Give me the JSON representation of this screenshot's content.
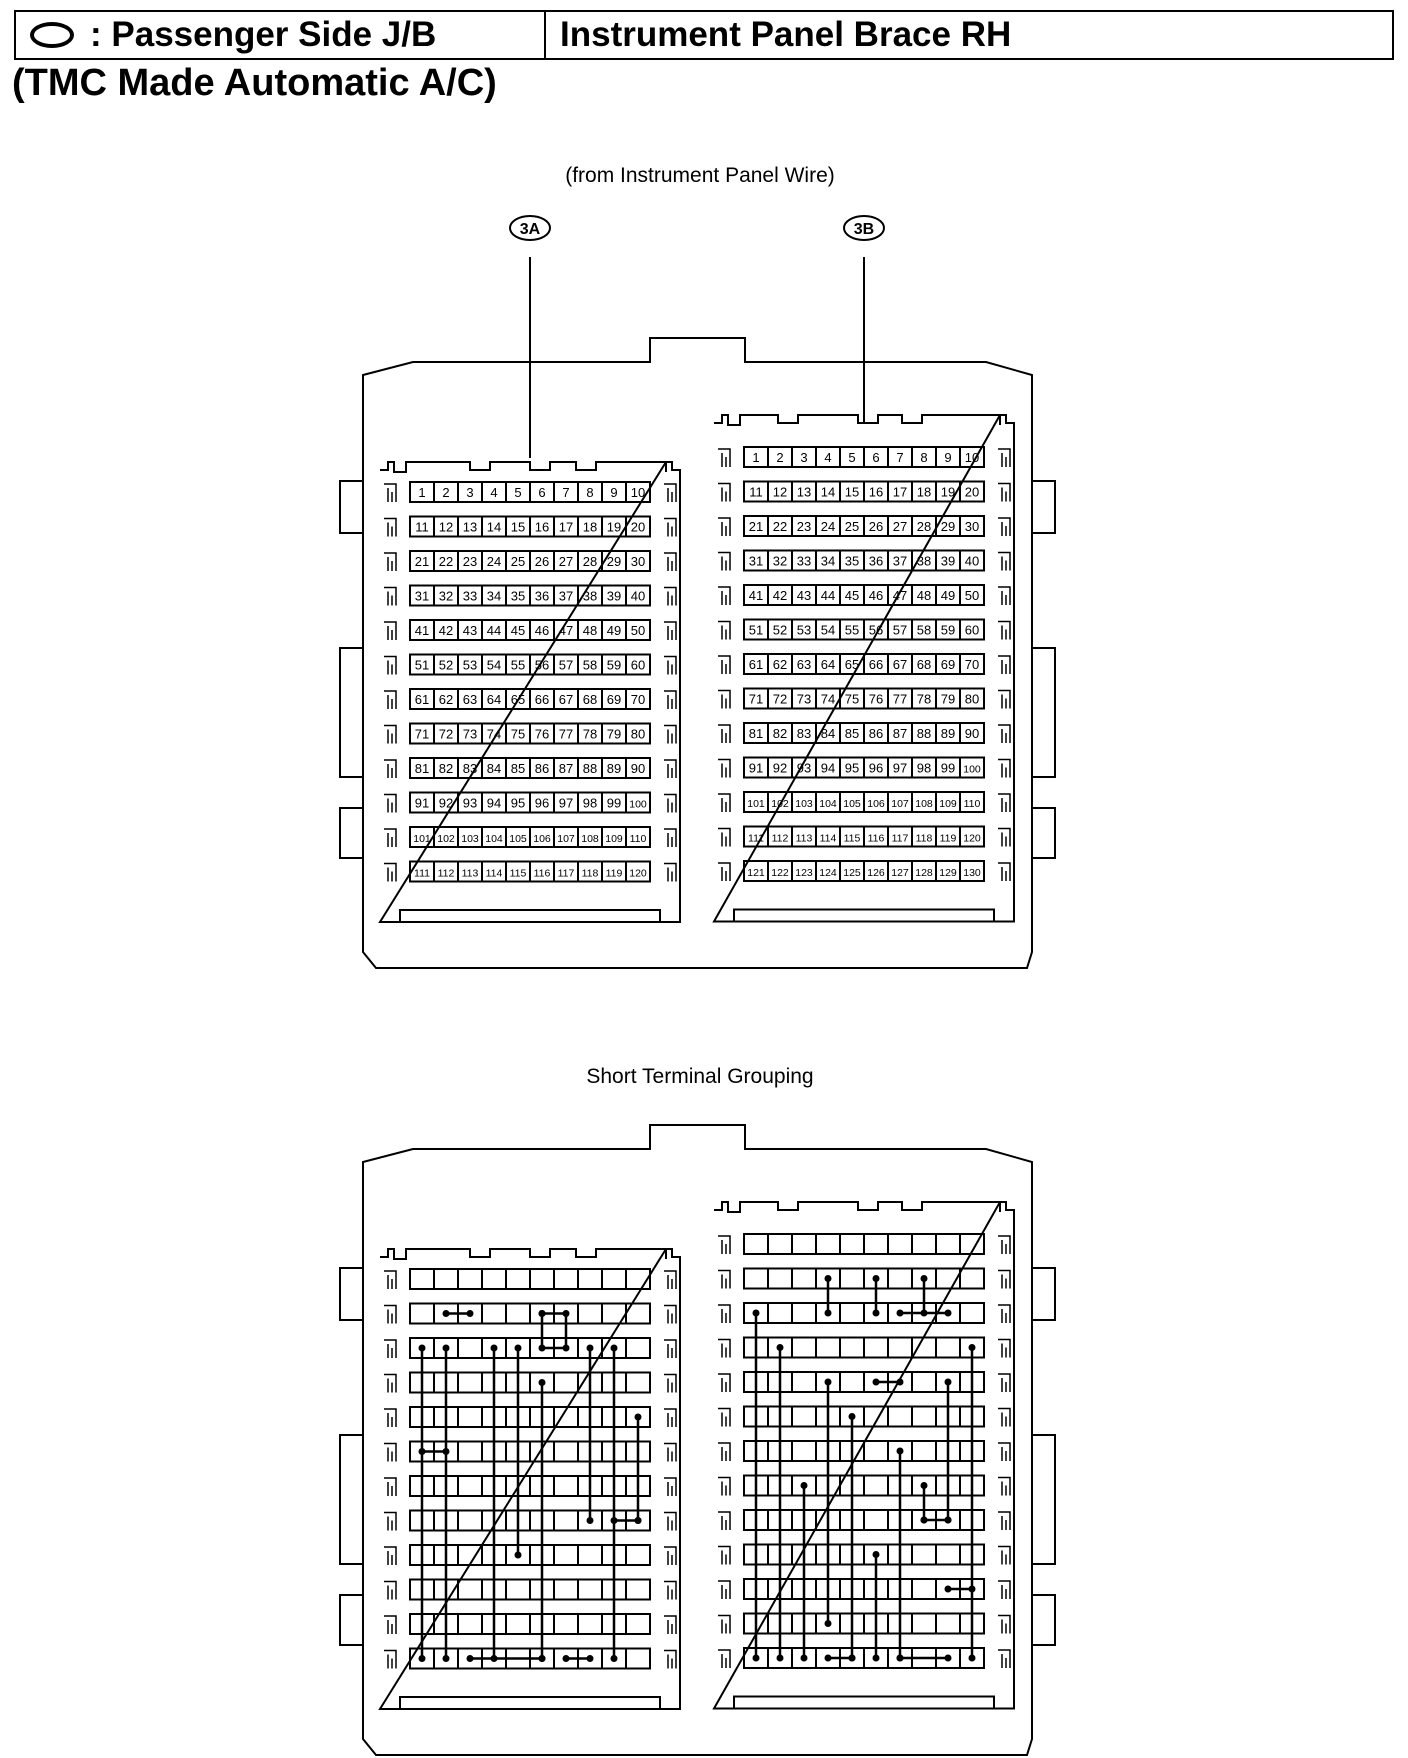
{
  "header": {
    "left": ": Passenger Side J/B",
    "right": "Instrument Panel Brace RH",
    "subtitle": "(TMC Made Automatic A/C)"
  },
  "diagram1": {
    "caption": "(from Instrument Panel Wire)",
    "labels": [
      "3A",
      "3B"
    ]
  },
  "diagram2": {
    "caption": "Short Terminal Grouping"
  },
  "connectors": {
    "3A": {
      "rows": 12,
      "cols": 10,
      "first_terminal": 1,
      "last_terminal": 120
    },
    "3B": {
      "rows": 13,
      "cols": 10,
      "first_terminal": 1,
      "last_terminal": 130
    }
  },
  "shorts": {
    "3A": [
      [
        [
          1,
          2
        ],
        [
          1,
          3
        ]
      ],
      [
        [
          1,
          6
        ],
        [
          1,
          7
        ],
        [
          2,
          7
        ],
        [
          2,
          6
        ],
        [
          1,
          6
        ]
      ],
      [
        [
          2,
          2
        ],
        [
          11,
          2
        ]
      ],
      [
        [
          2,
          4
        ],
        [
          11,
          4
        ]
      ],
      [
        [
          2,
          1
        ],
        [
          11,
          1
        ]
      ],
      [
        [
          2,
          9
        ],
        [
          11,
          9
        ]
      ],
      [
        [
          2,
          8
        ],
        [
          7,
          8
        ]
      ],
      [
        [
          2,
          5
        ],
        [
          8,
          5
        ]
      ],
      [
        [
          3,
          6
        ],
        [
          11,
          6
        ]
      ],
      [
        [
          4,
          10
        ],
        [
          7,
          10
        ]
      ],
      [
        [
          5,
          1
        ],
        [
          5,
          2
        ]
      ],
      [
        [
          7,
          9
        ],
        [
          7,
          10
        ]
      ],
      [
        [
          11,
          3
        ],
        [
          11,
          6
        ]
      ],
      [
        [
          11,
          7
        ],
        [
          11,
          8
        ]
      ]
    ],
    "3B": [
      [
        [
          1,
          4
        ],
        [
          2,
          4
        ]
      ],
      [
        [
          1,
          6
        ],
        [
          2,
          6
        ]
      ],
      [
        [
          1,
          8
        ],
        [
          2,
          8
        ]
      ],
      [
        [
          2,
          7
        ],
        [
          2,
          9
        ]
      ],
      [
        [
          2,
          1
        ],
        [
          12,
          1
        ]
      ],
      [
        [
          3,
          2
        ],
        [
          12,
          2
        ]
      ],
      [
        [
          3,
          10
        ],
        [
          12,
          10
        ]
      ],
      [
        [
          4,
          4
        ],
        [
          11,
          4
        ]
      ],
      [
        [
          4,
          6
        ],
        [
          4,
          7
        ]
      ],
      [
        [
          4,
          9
        ],
        [
          8,
          9
        ]
      ],
      [
        [
          5,
          5
        ],
        [
          12,
          5
        ]
      ],
      [
        [
          6,
          7
        ],
        [
          12,
          7
        ]
      ],
      [
        [
          7,
          3
        ],
        [
          12,
          3
        ]
      ],
      [
        [
          7,
          8
        ],
        [
          8,
          8
        ]
      ],
      [
        [
          8,
          8
        ],
        [
          8,
          9
        ]
      ],
      [
        [
          9,
          6
        ],
        [
          12,
          6
        ]
      ],
      [
        [
          10,
          9
        ],
        [
          10,
          10
        ]
      ],
      [
        [
          12,
          4
        ],
        [
          12,
          5
        ]
      ],
      [
        [
          12,
          7
        ],
        [
          12,
          9
        ]
      ]
    ]
  }
}
